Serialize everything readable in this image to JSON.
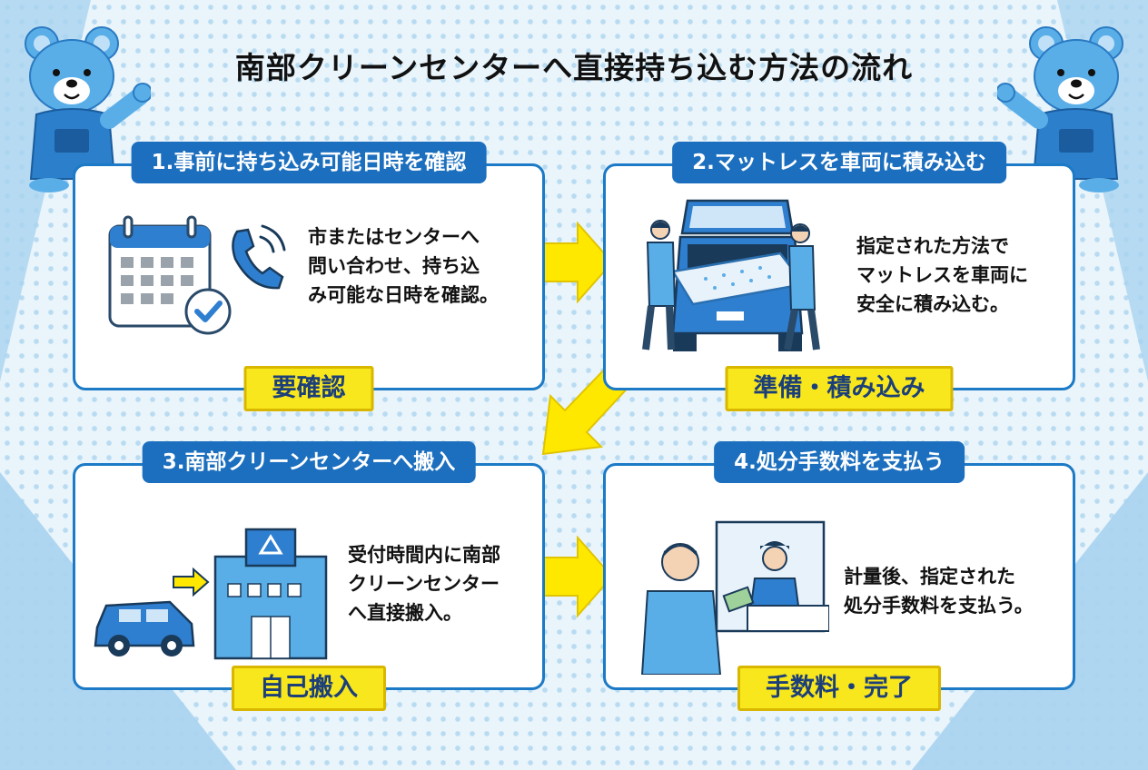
{
  "title": "南部クリーンセンターへ直接持ち込む方法の流れ",
  "steps": [
    {
      "heading": "1.事前に持ち込み可能日時を確認",
      "desc_lines": [
        "市またはセンターへ",
        "問い合わせ、持ち込",
        "み可能な日時を確認。"
      ],
      "badge": "要確認"
    },
    {
      "heading": "2.マットレスを車両に積み込む",
      "desc_lines": [
        "指定された方法で",
        "マットレスを車両に",
        "安全に積み込む。"
      ],
      "badge": "準備・積み込み"
    },
    {
      "heading": "3.南部クリーンセンターへ搬入",
      "desc_lines": [
        "受付時間内に南部",
        "クリーンセンター",
        "へ直接搬入。"
      ],
      "badge": "自己搬入"
    },
    {
      "heading": "4.処分手数料を支払う",
      "desc_lines": [
        "計量後、指定された",
        "処分手数料を支払う。"
      ],
      "badge": "手数料・完了"
    }
  ],
  "icons": [
    "calendar-icon",
    "phone-icon",
    "check-icon",
    "car-loading-icon",
    "recycle-building-icon",
    "car-icon",
    "arrow-icon",
    "payment-counter-icon",
    "bear-mascot-icon"
  ],
  "colors": {
    "primary_blue": "#1c6fbe",
    "badge_yellow": "#f8e71c",
    "arrow_yellow": "#ffe800",
    "mascot_blue": "#5aaee8"
  }
}
